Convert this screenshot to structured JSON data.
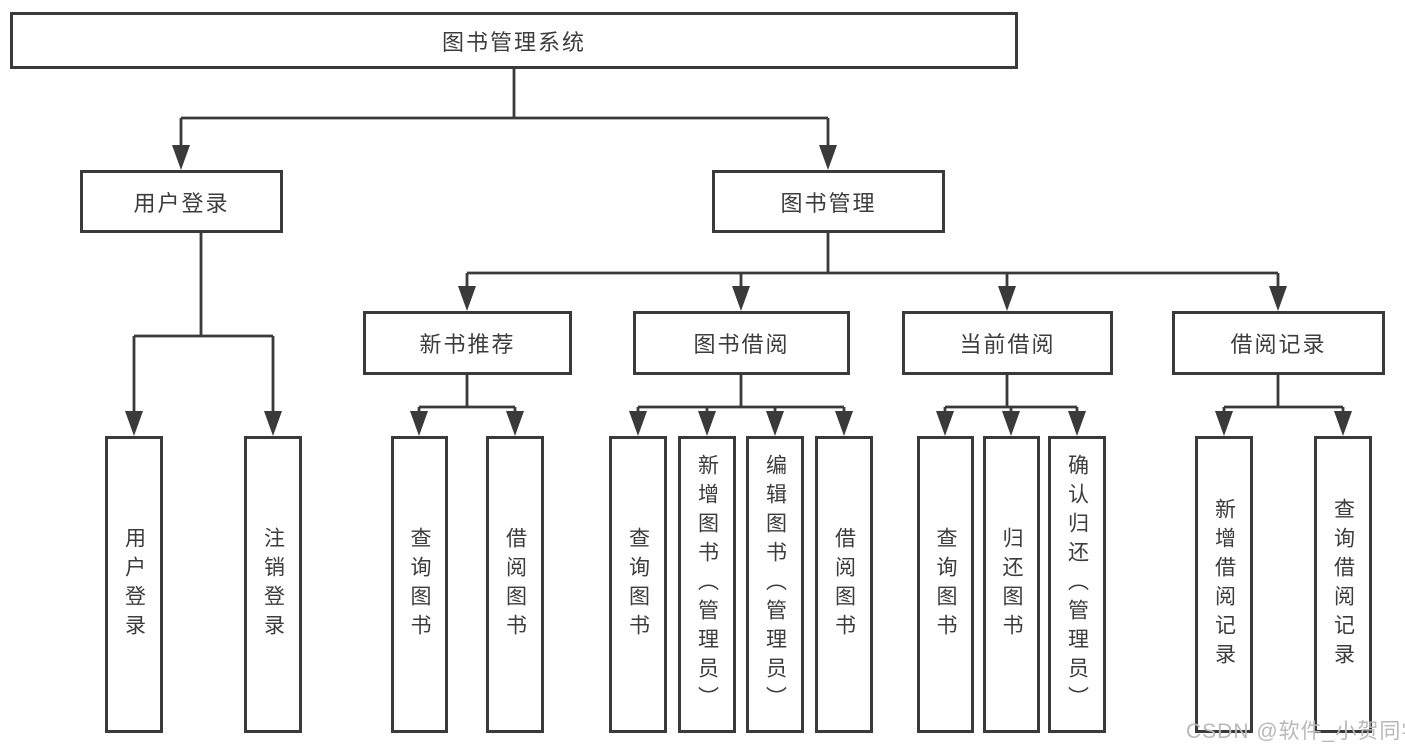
{
  "colors": {
    "line": "#3a3a3a",
    "box_border": "#3a3a3a",
    "text": "#3c3c3c",
    "background": "#ffffff",
    "watermark": "#b9b9b9"
  },
  "watermark": {
    "text": "CSDN @软件_小贺同学"
  },
  "tree": {
    "label": "图书管理系统",
    "children": [
      {
        "label": "用户登录",
        "children": [
          {
            "label": "用户登录"
          },
          {
            "label": "注销登录"
          }
        ]
      },
      {
        "label": "图书管理",
        "children": [
          {
            "label": "新书推荐",
            "children": [
              {
                "label": "查询图书"
              },
              {
                "label": "借阅图书"
              }
            ]
          },
          {
            "label": "图书借阅",
            "children": [
              {
                "label": "查询图书"
              },
              {
                "label": "新增图书（管理员）"
              },
              {
                "label": "编辑图书（管理员）"
              },
              {
                "label": "借阅图书"
              }
            ]
          },
          {
            "label": "当前借阅",
            "children": [
              {
                "label": "查询图书"
              },
              {
                "label": "归还图书"
              },
              {
                "label": "确认归还（管理员）"
              }
            ]
          },
          {
            "label": "借阅记录",
            "children": [
              {
                "label": "新增借阅记录"
              },
              {
                "label": "查询借阅记录"
              }
            ]
          }
        ]
      }
    ]
  }
}
